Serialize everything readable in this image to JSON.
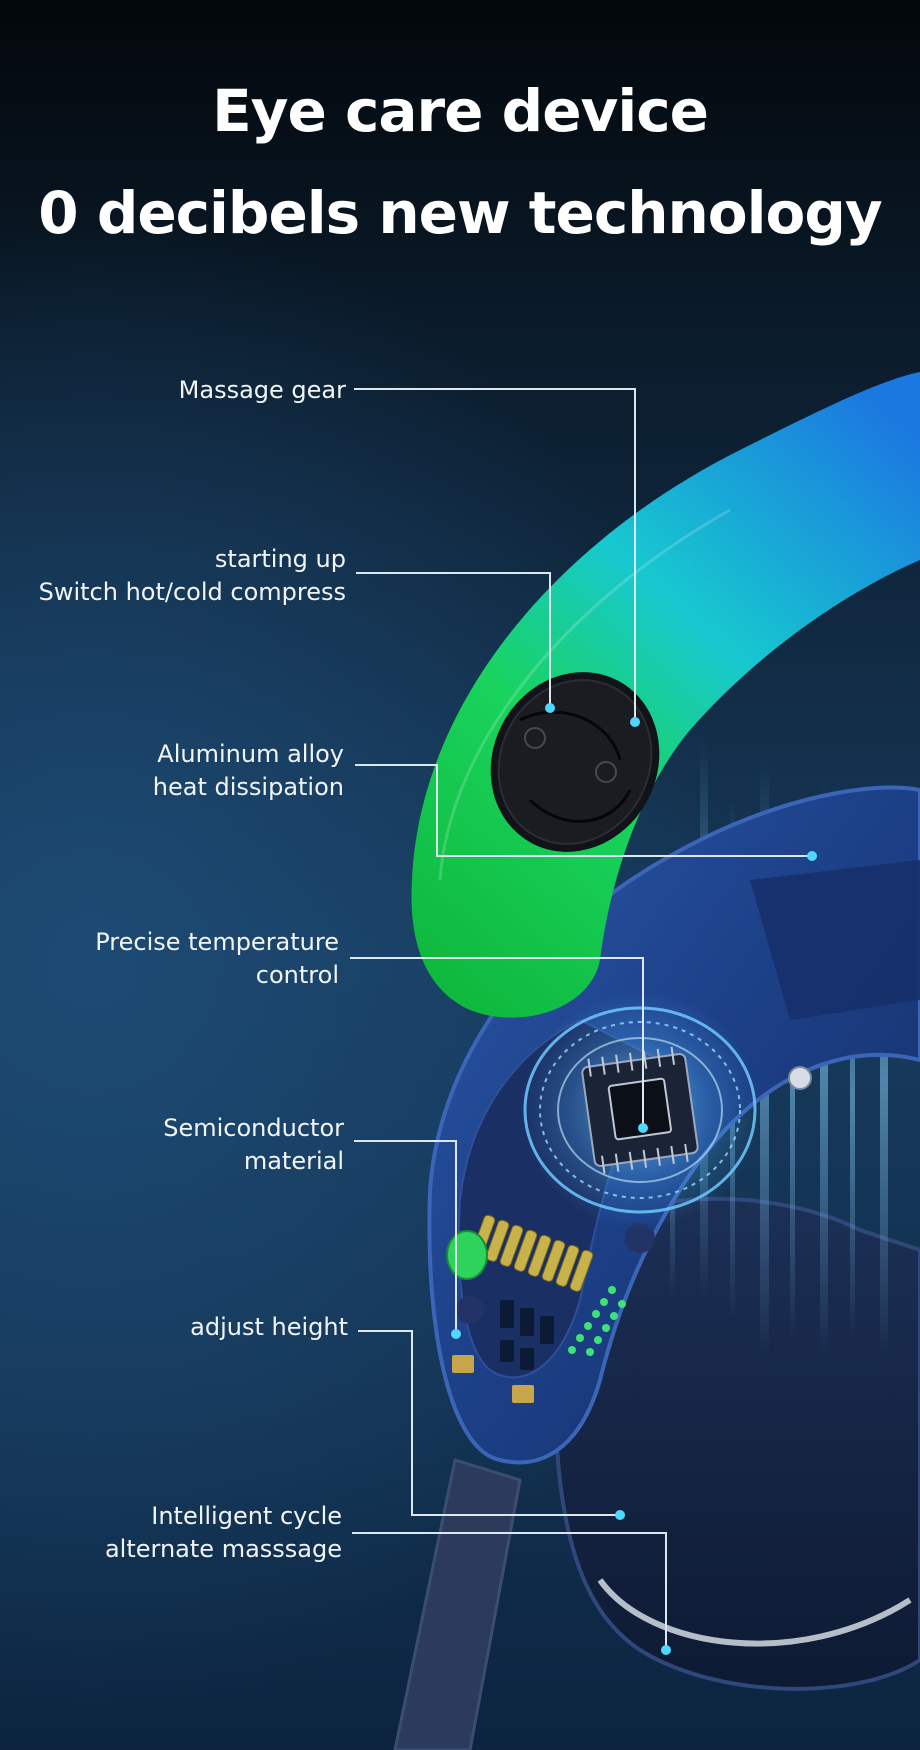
{
  "headline": {
    "line1": "Eye care device",
    "line2": "0 decibels  new technology"
  },
  "callouts": [
    {
      "id": "massage-gear",
      "lines": [
        "Massage gear"
      ]
    },
    {
      "id": "starting-up",
      "lines": [
        "starting up",
        "Switch hot/cold compress"
      ]
    },
    {
      "id": "aluminum-alloy",
      "lines": [
        "Aluminum alloy",
        "heat dissipation"
      ]
    },
    {
      "id": "temperature-control",
      "lines": [
        "Precise temperature",
        "control"
      ]
    },
    {
      "id": "semiconductor",
      "lines": [
        "Semiconductor",
        "material"
      ]
    },
    {
      "id": "adjust-height",
      "lines": [
        "adjust height"
      ]
    },
    {
      "id": "intelligent-cycle",
      "lines": [
        "Intelligent cycle",
        "alternate masssage"
      ]
    }
  ],
  "colors": {
    "headline_text": "#ffffff",
    "callout_text": "#f2f5f8",
    "leader_line": "#dfe7ee",
    "marker_dot": "#4fd8ff",
    "band_green": "#16d14a",
    "band_cyan": "#19c9d8",
    "band_blue": "#1e7fe0",
    "body_navy": "#1c3f86",
    "glow_blue": "#4fb4ff"
  },
  "icons": {
    "control_button": "power-button-icon",
    "chip": "processor-chip-icon",
    "coil": "copper-coil-icon"
  }
}
